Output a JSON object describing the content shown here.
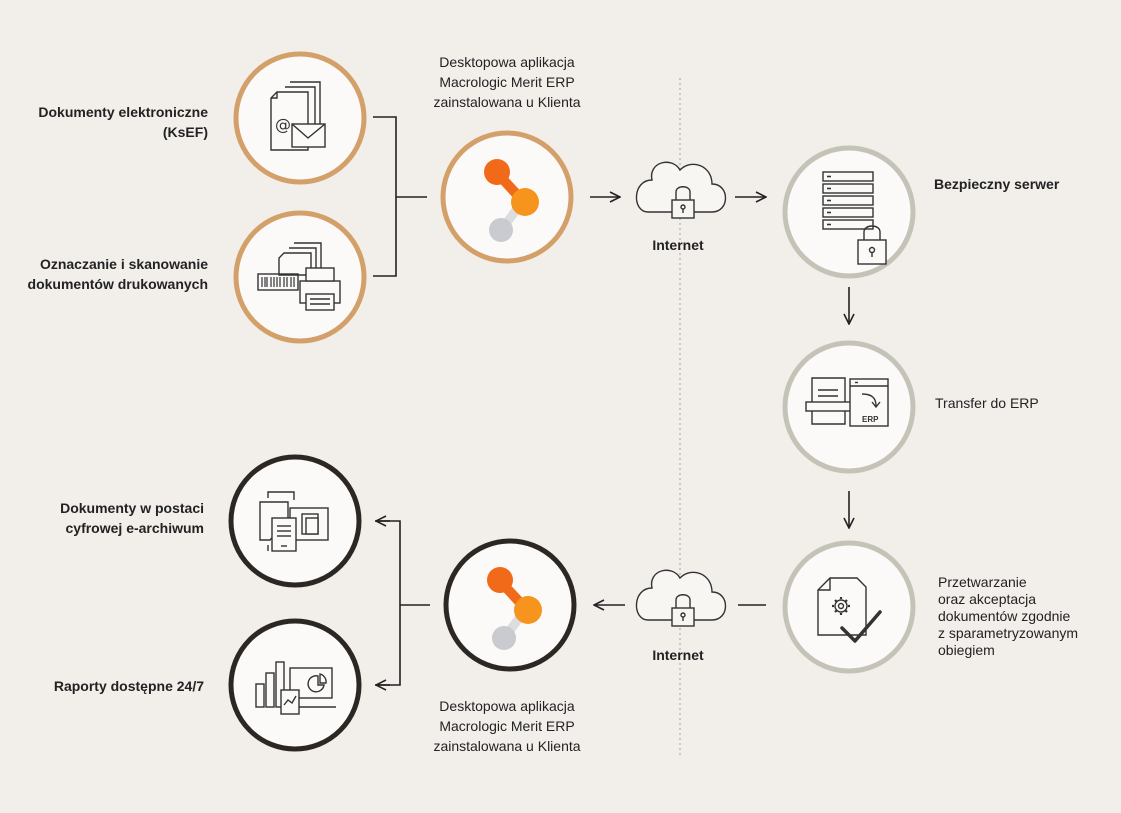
{
  "colors": {
    "background": "#f2efeb",
    "orange_ring": "#d4a06a",
    "dark_ring": "#2d2724",
    "grey_ring": "#c5c2b8",
    "logo_orange": "#f06a1a",
    "logo_orange_light": "#f7941d",
    "logo_grey": "#c9cbd0",
    "line": "#222222"
  },
  "icons": {
    "ksef": "email-documents-icon",
    "scan": "barcode-printer-icon",
    "app_top": "macrologic-logo-icon",
    "cloud_top": "cloud-lock-icon",
    "server": "server-lock-icon",
    "transfer": "document-transfer-erp-icon",
    "process": "document-gear-check-icon",
    "cloud_bottom": "cloud-lock-icon",
    "app_bottom": "macrologic-logo-icon",
    "archive": "digital-archive-icon",
    "reports": "reports-chart-icon"
  },
  "labels": {
    "ksef": "Dokumenty elektroniczne\n(KsEF)",
    "scan": "Oznaczanie i skanowanie\ndokumentów drukowanych",
    "app_top": "Desktopowa aplikacja\nMacrologic Merit ERP\nzainstalowana u Klienta",
    "internet_top": "Internet",
    "server": "Bezpieczny serwer",
    "transfer": "Transfer do ERP",
    "process": "Przetwarzanie\noraz akceptacja\ndokumentów zgodnie\nz sparametryzowanym\nobiegiem",
    "internet_bottom": "Internet",
    "app_bottom": "Desktopowa aplikacja\nMacrologic Merit ERP\nzainstalowana u Klienta",
    "archive": "Dokumenty w postaci\ncyfrowej e-archiwum",
    "reports": "Raporty dostępne 24/7",
    "erp_tag": "ERP"
  }
}
